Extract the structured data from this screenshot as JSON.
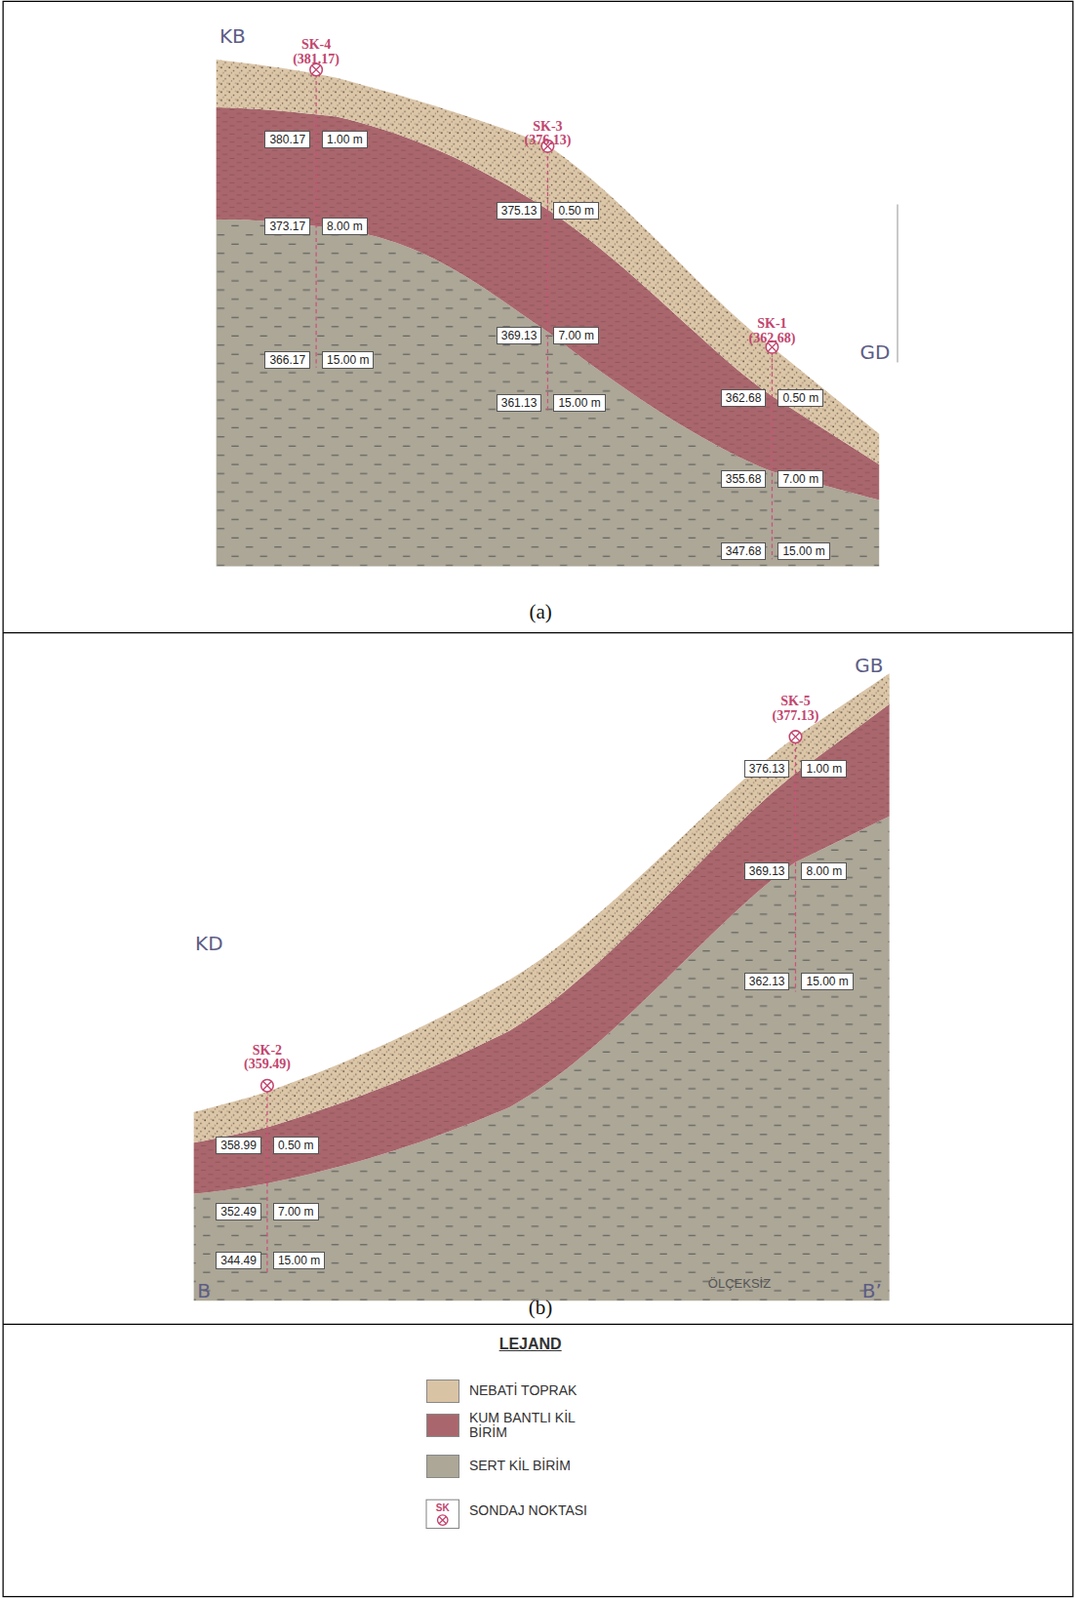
{
  "diagram": {
    "nodes": [
      {
        "text": [
          "380.17"
        ]
      },
      {
        "text": [
          "1.00 m"
        ]
      },
      {
        "text": [
          "373.17"
        ]
      },
      {
        "text": [
          "8.00 m"
        ]
      },
      {
        "text": [
          "366.17"
        ]
      },
      {
        "text": [
          "15.00 m"
        ]
      },
      {
        "text": [
          "375.13"
        ]
      },
      {
        "text": [
          "0.50 m"
        ]
      },
      {
        "text": [
          "369.13"
        ]
      },
      {
        "text": [
          "7.00 m"
        ]
      },
      {
        "text": [
          "361.13"
        ]
      },
      {
        "text": [
          "15.00 m"
        ]
      },
      {
        "text": [
          "362.68"
        ]
      },
      {
        "text": [
          "0.50 m"
        ]
      },
      {
        "text": [
          "355.68"
        ]
      },
      {
        "text": [
          "7.00 m"
        ]
      },
      {
        "text": [
          "347.68"
        ]
      },
      {
        "text": [
          "15.00 m"
        ]
      },
      {
        "text": [
          "376.13"
        ]
      },
      {
        "text": [
          "1.00 m"
        ]
      },
      {
        "text": [
          "369.13"
        ]
      },
      {
        "text": [
          "8.00 m"
        ]
      },
      {
        "text": [
          "362.13"
        ]
      },
      {
        "text": [
          "15.00 m"
        ]
      },
      {
        "text": [
          "358.99"
        ]
      },
      {
        "text": [
          "0.50 m"
        ]
      },
      {
        "text": [
          "352.49"
        ]
      },
      {
        "text": [
          "7.00 m"
        ]
      },
      {
        "text": [
          "344.49"
        ]
      },
      {
        "text": [
          "15.00 m"
        ]
      }
    ],
    "labels": [
      "KB",
      "SK-4",
      "(381.17)",
      "SK-3",
      "(376.13)",
      "SK-1",
      "(362.68)",
      "GD",
      "(a)",
      "GB",
      "SK-5",
      "(377.13)",
      "KD",
      "SK-2",
      "(359.49)",
      "B",
      "ÖLÇEKSİZ",
      "B’",
      "(b)",
      "LEJAND",
      "SK"
    ],
    "legend": [
      {
        "text": "NEBATİ TOPRAK",
        "color": "#d9c3a5"
      },
      {
        "text": "KUM BANTLI KİL BİRİM",
        "color": "#a9676d"
      },
      {
        "text": "SERT KİL BİRİM",
        "color": "#aca797"
      },
      {
        "text": "SONDAJ NOKTASI"
      }
    ]
  }
}
